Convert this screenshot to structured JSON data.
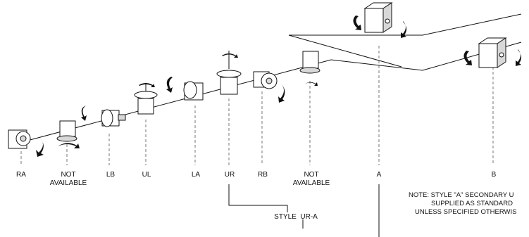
{
  "labels": {
    "ra": "RA",
    "not_available_1": [
      "NOT",
      "AVAILABLE"
    ],
    "lb": "LB",
    "ul": "UL",
    "la": "LA",
    "ur": "UR",
    "rb": "RB",
    "not_available_2": [
      "NOT",
      "AVAILABLE"
    ],
    "a": "A",
    "b": "B"
  },
  "style_label": "STYLE  UR-A",
  "note": [
    "NOTE: STYLE \"A\" SECONDARY U",
    "SUPPLIED AS STANDARD",
    "UNLESS SPECIFIED OTHERWIS"
  ],
  "colors": {
    "line": "#111111",
    "fill": "#ffffff",
    "shade": "#d8d8d8"
  }
}
